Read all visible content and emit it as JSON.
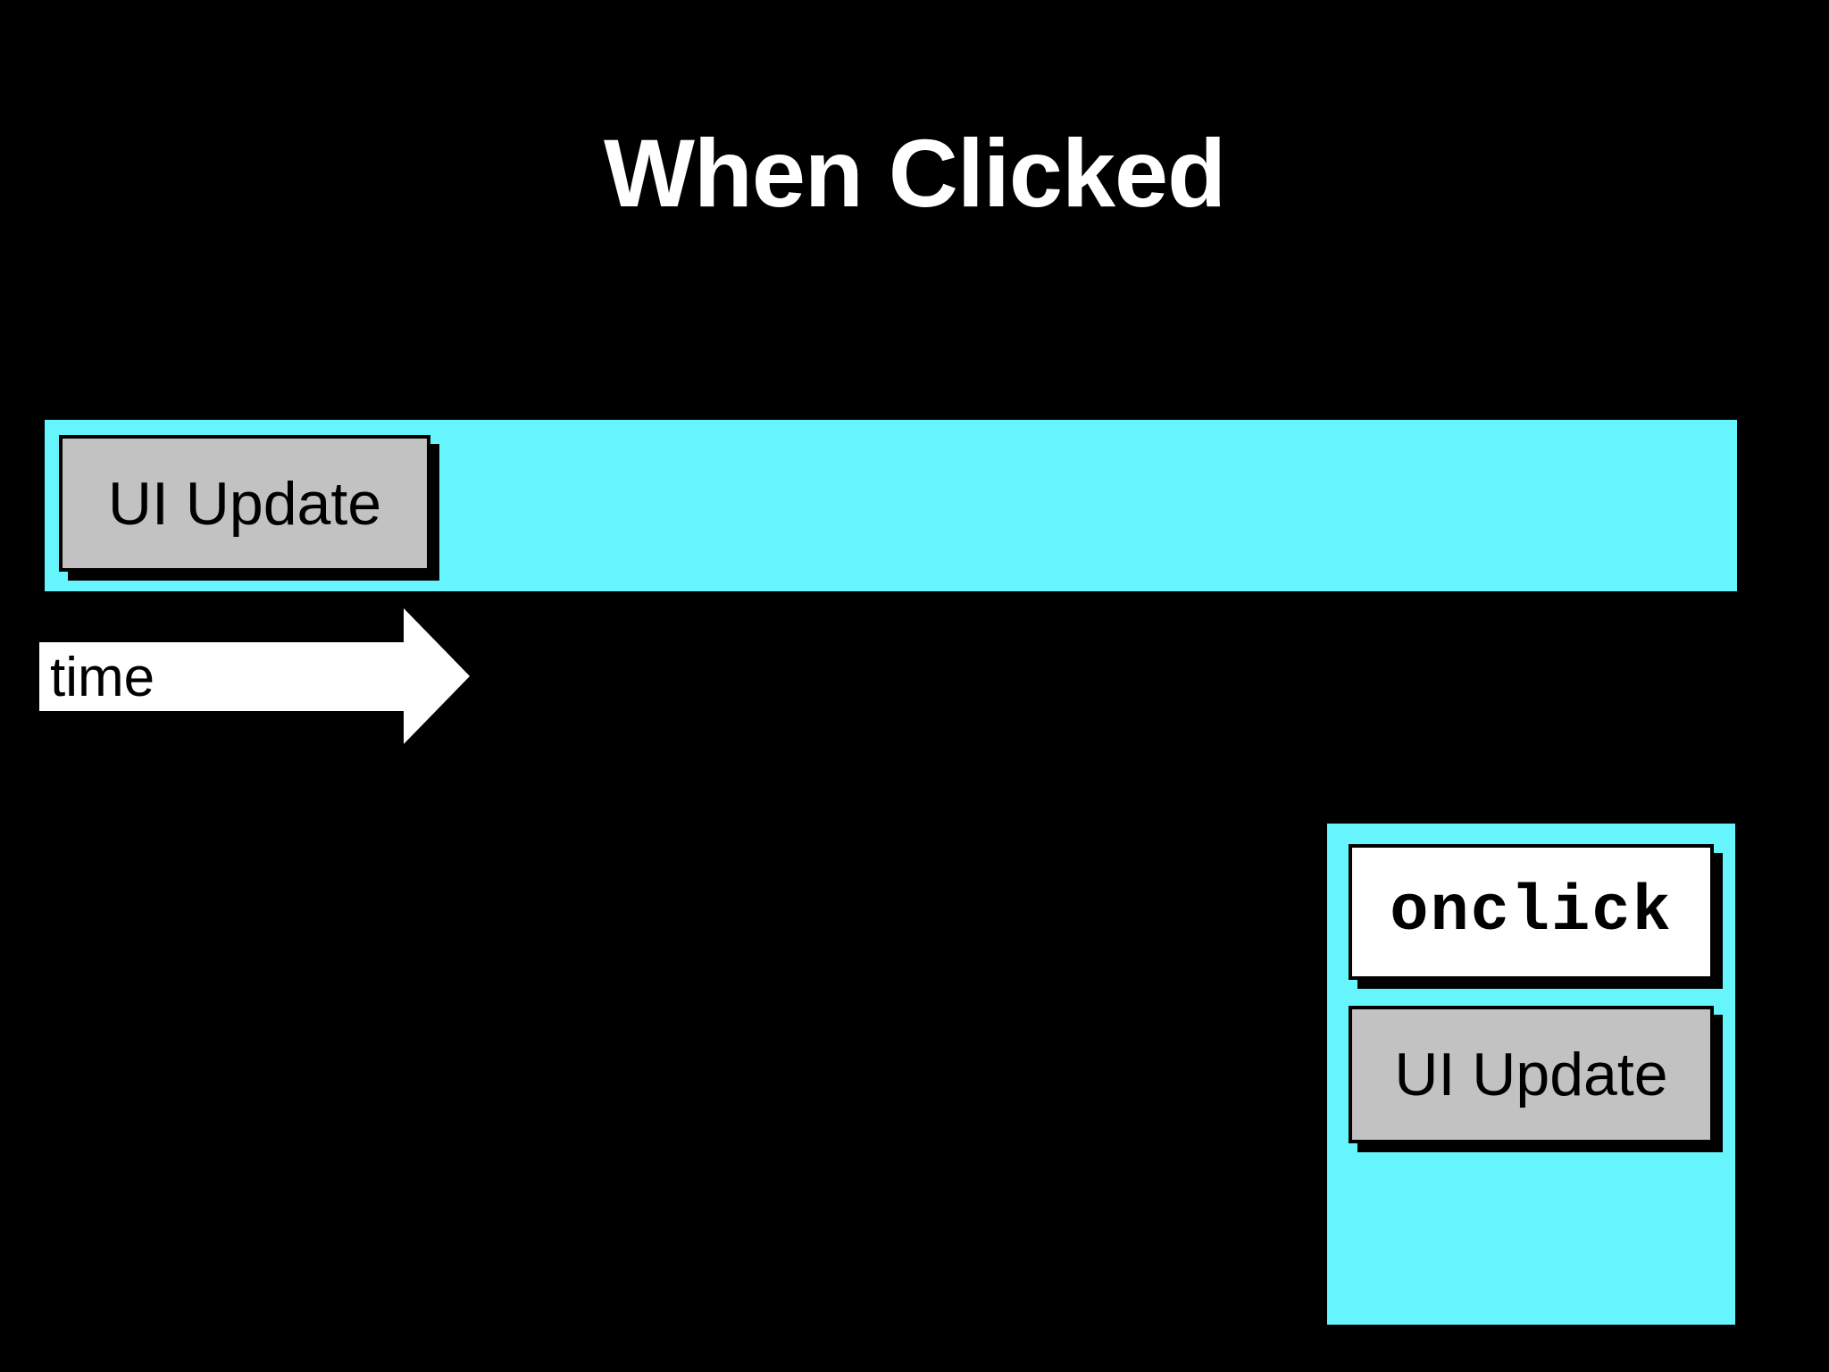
{
  "slide": {
    "title": "When Clicked",
    "background_color": "#000000",
    "title_color": "#ffffff",
    "accent_cyan": "#66f5fd",
    "box_gray": "#c2c2c2",
    "box_white": "#ffffff",
    "outline_color": "#000000"
  },
  "timeline": {
    "main_thread_label": "UI Update",
    "axis": {
      "label": "time",
      "direction": "right"
    }
  },
  "event_column": {
    "event_label": "onclick",
    "handler_label": "UI Update"
  }
}
